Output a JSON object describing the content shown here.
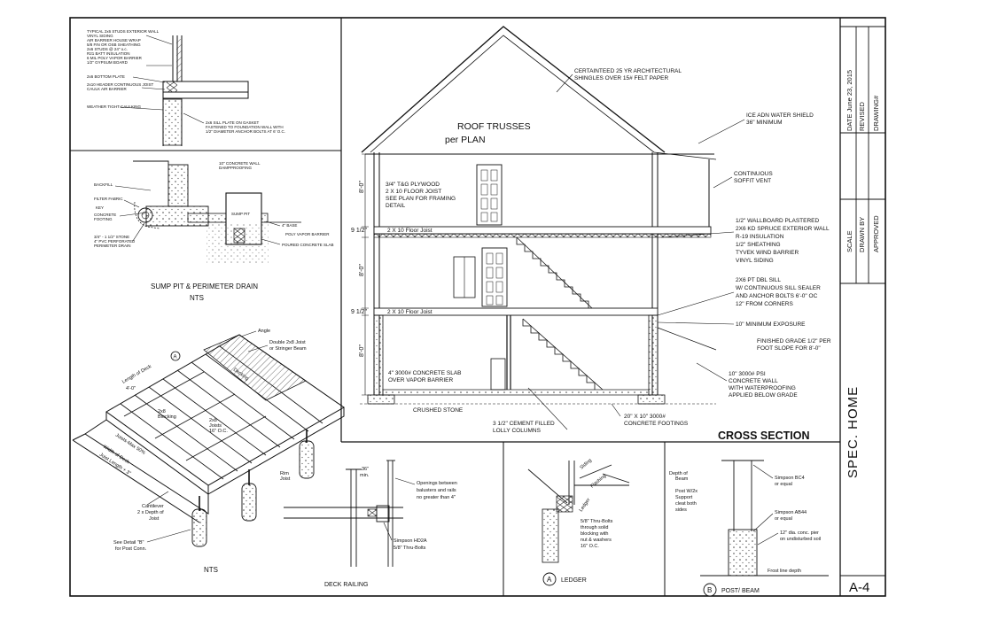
{
  "title_block": {
    "date": "DATE June 23, 2015",
    "revised": "REVISED",
    "drawing": "DRAWING#",
    "scale": "SCALE",
    "drawn_by": "DRAWN BY",
    "approved": "APPROVED",
    "project": "SPEC. HOME",
    "sheet": "A-4"
  },
  "wall_section": {
    "lines": [
      "TYPICAL 2x6 STUDS EXTERIOR WALL",
      "VINYL SIDING",
      "AIR BARRIER HOUSE WRAP",
      "5/8 FIN OR OSB SHEATHING",
      "2x6 STUDS @ 24\" o.c.",
      "R21 BATT INSULATION",
      "6 MIL POLY VAPOR BARRIER",
      "1/2\" GYPSUM BOARD"
    ],
    "bottom_plate": "2x6 BOTTOM PLATE",
    "header": "2x10 HEADER CONTINUOUS JOIST",
    "caulk": "CAULK AIR BARRIER",
    "weather_caulking": "WEATHER TIGHT CAULKING",
    "sill": [
      "2x6 SILL PLATE ON GASKET",
      "FASTENED TO FOUNDATION WALL WITH",
      "1/2\" DIAMETER ANCHOR BOLTS AT 6' O.C."
    ]
  },
  "sump_detail": {
    "concrete_wall": [
      "10\" CONCRETE WALL",
      "DAMPPROOFING"
    ],
    "backfill": "BACKFILL",
    "filter_fabric": "FILTER FABRIC",
    "key": "KEY",
    "footing": [
      "CONCRETE",
      "FOOTING"
    ],
    "stone": [
      "3/4\" - 1 1/2\" STONE",
      "4\" PVC PERFORATED",
      "PERIMETER DRAIN"
    ],
    "sump_pit": "SUMP PIT",
    "base": "4\" BASE",
    "poly": "POLY VAPOR BARRIER",
    "poured_slab": "POURED CONCRETE SLAB",
    "caption": "SUMP PIT & PERIMETER DRAIN",
    "nts": "NTS"
  },
  "deck": {
    "angle": "Angle",
    "double_joist": [
      "Double 2x8 Joist",
      "or Stringer Beam"
    ],
    "length": "Length of Deck",
    "dim_4": "4'-0\"",
    "decking": "Decking",
    "a_marker": "A",
    "blocking": [
      "2x8",
      "Blocking"
    ],
    "joists": [
      "2x8",
      "Joists",
      "16\" O.C."
    ],
    "joists_max": "Joists-Max 50%",
    "width": [
      "Width of Deck",
      "Joist Length + 3\""
    ],
    "rim": [
      "Rim",
      "Joist"
    ],
    "cantilever": [
      "Cantilever",
      "2 x Depth of",
      "Joist"
    ],
    "see_detail": [
      "See Detail \"B\"",
      "for Post Conn."
    ],
    "nts": "NTS"
  },
  "railing": {
    "height": [
      "36\"",
      "min."
    ],
    "openings": [
      "Openings between",
      "balusters and rails",
      "no greater than 4\""
    ],
    "connector": [
      "Simpson HD2A",
      "5/8\" Thru-Bolts"
    ],
    "caption": "DECK RAILING"
  },
  "section": {
    "shingles": [
      "CERTAINTEED 25 YR ARCHITECTURAL",
      "SHINGLES OVER 15# FELT PAPER"
    ],
    "trusses": [
      "ROOF TRUSSES",
      "per PLAN"
    ],
    "ice_shield": [
      "ICE ADN WATER SHIELD",
      "36\" MINIMUM"
    ],
    "soffit": [
      "CONTINUOUS",
      "SOFFIT VENT"
    ],
    "plywood": [
      "3/4\" T&G PLYWOOD",
      "2 X 10 FLOOR JOIST",
      "SEE PLAN FOR FRAMING",
      "DETAIL"
    ],
    "wall_note": [
      "1/2\" WALLBOARD PLASTERED",
      "2X6 KD SPRUCE EXTERIOR WALL",
      "R-19 INSULATION",
      "1/2\" SHEATHING",
      "TYVEK WIND BARRIER",
      "VINYL SIDING"
    ],
    "sill_note": [
      "2X6 PT DBL SILL",
      "W/ CONTINUOUS SILL SEALER",
      "AND ANCHOR BOLTS 6'-0\" OC",
      "12\" FROM CORNERS"
    ],
    "exposure": "10\" MINIMUM EXPOSURE",
    "grade": [
      "FINISHED GRADE 1/2\" PER",
      "FOOT SLOPE FOR 8'-0\""
    ],
    "concrete_wall": [
      "10\"  3000# PSI",
      "CONCRETE WALL",
      "WITH WATERPROOFING",
      "APPLIED BELOW GRADE"
    ],
    "footings": [
      "20\" X 10\" 3000#",
      "CONCRETE FOOTINGS"
    ],
    "slab": [
      "4\"  3000# CONCRETE SLAB",
      "OVER VAPOR BARRIER"
    ],
    "crushed_stone": "CRUSHED STONE",
    "lolly": [
      "3 1/2\" CEMENT FILLED",
      "LOLLY COLUMNS"
    ],
    "floor_joist_upper": "2 X 10 Floor Joist",
    "floor_joist_lower": "2 X 10 Floor Joist",
    "dim_8_upper": "8'-0\"",
    "dim_9_upper": "9 1/2\"",
    "dim_8_mid": "8'-0\"",
    "dim_9_lower": "9 1/2\"",
    "dim_8_lower": "8'-0\"",
    "caption": "CROSS SECTION"
  },
  "ledger": {
    "siding": "Siding",
    "flashing": "Flashing",
    "ledger": "Ledger",
    "bolts": [
      "5/8\" Thru-Bolts",
      "through solid",
      "blocking with",
      "nut & washers",
      "16\" O.C."
    ],
    "marker": "A",
    "caption": "LEDGER"
  },
  "post_beam": {
    "depth": [
      "Depth of",
      "Beam"
    ],
    "post": [
      "Post W/2x",
      "Support",
      "cleat both",
      "sides"
    ],
    "bc4": [
      "Simpson BC4",
      "or equal"
    ],
    "ab44": [
      "Simpson AB44",
      "or equal"
    ],
    "pier": [
      "12\" dia. conc. pier",
      "on undisturbed soil"
    ],
    "frost": "Frost line depth",
    "marker": "B",
    "caption": "POST/ BEAM"
  }
}
